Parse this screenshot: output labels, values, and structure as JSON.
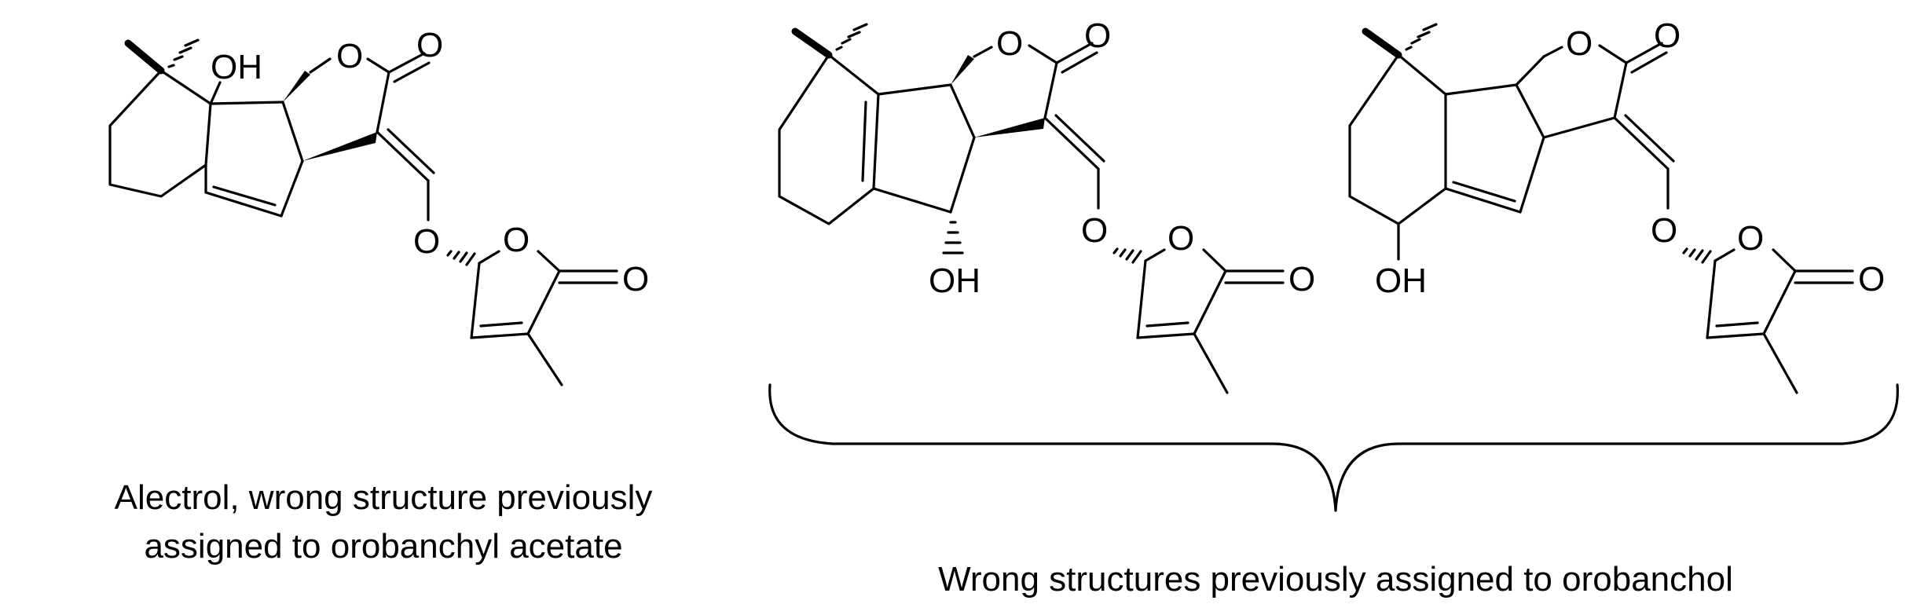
{
  "molecules": [
    {
      "labels": {
        "oh": "OH",
        "o_ring": "O",
        "o_carbonyl": "O",
        "o_ether": "O",
        "o_butenolide_ring": "O",
        "o_butenolide_carbonyl": "O"
      }
    },
    {
      "labels": {
        "oh": "OH",
        "o_ring": "O",
        "o_carbonyl": "O",
        "o_ether": "O",
        "o_butenolide_ring": "O",
        "o_butenolide_carbonyl": "O"
      }
    },
    {
      "labels": {
        "oh": "OH",
        "o_ring": "O",
        "o_carbonyl": "O",
        "o_ether": "O",
        "o_butenolide_ring": "O",
        "o_butenolide_carbonyl": "O"
      }
    }
  ],
  "captions": {
    "alectrol_line1": "Alectrol, wrong structure previously",
    "alectrol_line2": "assigned to orobanchyl acetate",
    "orobanchol": "Wrong structures previously assigned to orobanchol"
  }
}
